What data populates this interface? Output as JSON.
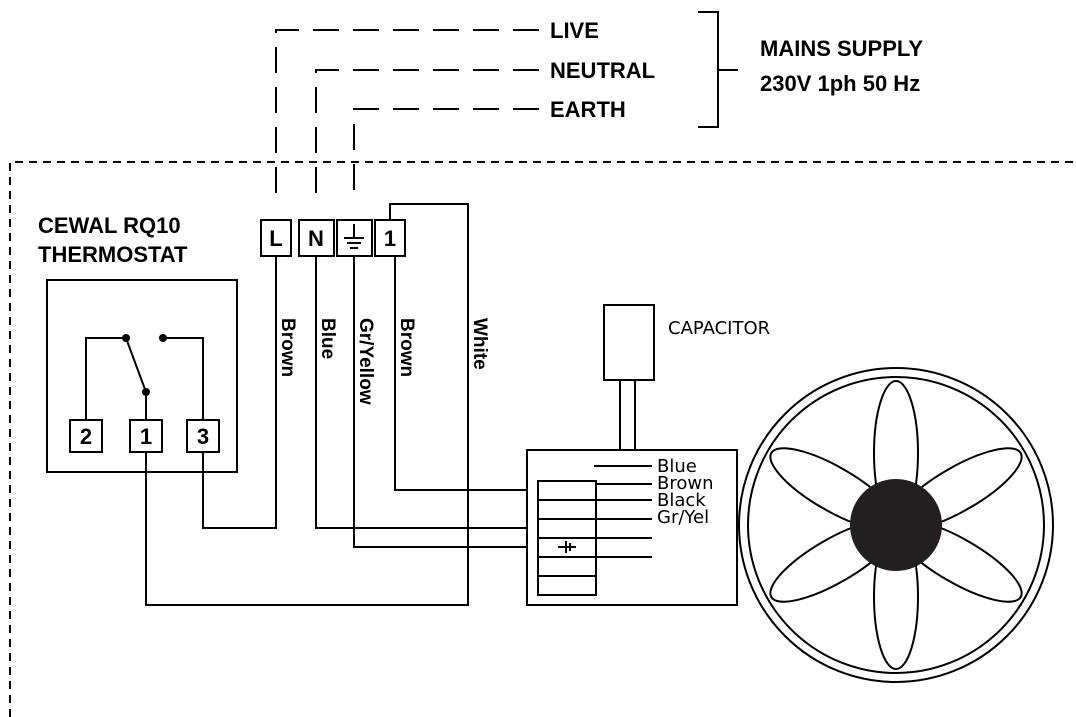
{
  "mains": {
    "live": "LIVE",
    "neutral": "NEUTRAL",
    "earth": "EARTH",
    "supply_line1": "MAINS SUPPLY",
    "supply_line2": "230V 1ph 50 Hz"
  },
  "thermostat": {
    "title_line1": "CEWAL RQ10",
    "title_line2": "THERMOSTAT",
    "terminals": [
      "2",
      "1",
      "3"
    ]
  },
  "terminal_block": {
    "labels": [
      "L",
      "N",
      "1"
    ],
    "earth_symbol": "earth"
  },
  "wires": {
    "brown_1": "Brown",
    "blue": "Blue",
    "gr_yellow": "Gr/Yellow",
    "brown_2": "Brown",
    "white": "White"
  },
  "capacitor": {
    "label": "CAPACITOR"
  },
  "motor_leads": [
    "Blue",
    "Brown",
    "Black",
    "Gr/Yel"
  ],
  "fan": {
    "blade_count": 6,
    "hub_color": "#231f20"
  }
}
